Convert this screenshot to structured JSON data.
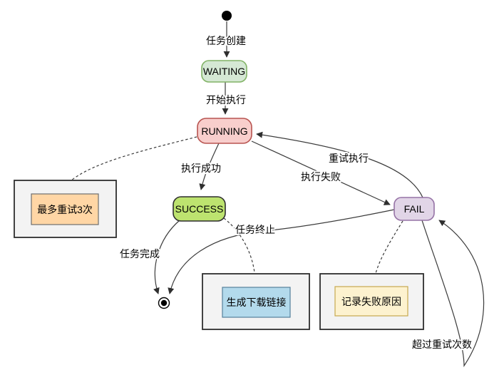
{
  "diagram": {
    "type": "state-diagram",
    "states": {
      "waiting": {
        "label": "WAITING",
        "fill": "#d5e8d4",
        "border": "#82b366"
      },
      "running": {
        "label": "RUNNING",
        "fill": "#f8cecc",
        "border": "#b85450"
      },
      "success": {
        "label": "SUCCESS",
        "fill": "#bde36f",
        "border": "#2f2f2f"
      },
      "fail": {
        "label": "FAIL",
        "fill": "#e1d5e7",
        "border": "#9673a6"
      }
    },
    "transitions": {
      "create": {
        "label": "任务创建"
      },
      "start": {
        "label": "开始执行"
      },
      "exec_success": {
        "label": "执行成功"
      },
      "exec_fail": {
        "label": "执行失败"
      },
      "retry": {
        "label": "重试执行"
      },
      "task_done": {
        "label": "任务完成"
      },
      "task_terminate": {
        "label": "任务终止"
      },
      "retry_exceeded": {
        "label": "超过重试次数"
      }
    },
    "notes": {
      "max_retry": {
        "label": "最多重试3次",
        "fill": "#ffd6a5",
        "border": "#6e6e6e"
      },
      "download_link": {
        "label": "生成下载链接",
        "fill": "#b3daec",
        "border": "#55809b"
      },
      "fail_reason": {
        "label": "记录失败原因",
        "fill": "#fdf2cf",
        "border": "#c7a94f"
      }
    },
    "colors": {
      "edge": "#3b3b3b",
      "initial_state": "#000000",
      "note_outer_fill": "#f3f3f3",
      "note_outer_border": "#2e2e2e"
    }
  }
}
